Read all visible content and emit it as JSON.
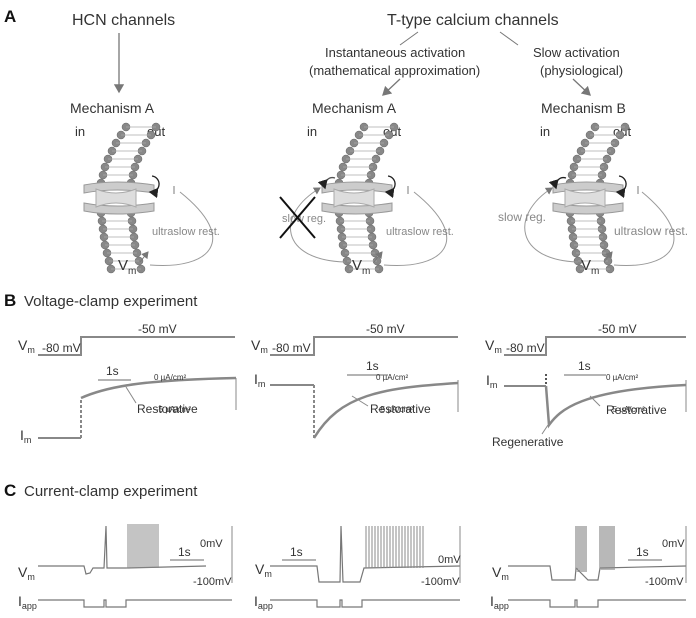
{
  "panelA": {
    "letter": "A",
    "hcn": "HCN channels",
    "ttype": "T-type calcium channels",
    "inst_line1": "Instantaneous activation",
    "inst_line2": "(mathematical approximation)",
    "slow_line1": "Slow activation",
    "slow_line2": "(physiological)",
    "mechA1": "Mechanism A",
    "mechA2": "Mechanism A",
    "mechB": "Mechanism B",
    "in_label": "in",
    "out_label": "out",
    "slow_reg": "slow reg.",
    "ultraslow_rest": "ultraslow rest.",
    "vm": "V",
    "vm_sub": "m"
  },
  "panelB": {
    "letter": "B",
    "title": "Voltage-clamp experiment",
    "v_low": "-80 mV",
    "v_high": "-50 mV",
    "time_scale": "1s",
    "i_top": "0 µA/cm²",
    "i_bottom": "-5 µA/cm²",
    "restorative": "Restorative",
    "regenerative": "Regenerative",
    "vm": "V",
    "im": "I",
    "sub_m": "m"
  },
  "panelC": {
    "letter": "C",
    "title": "Current-clamp experiment",
    "v_top": "0mV",
    "v_bottom": "-100mV",
    "time_scale": "1s",
    "vm": "V",
    "iapp": "I",
    "sub_m": "m",
    "sub_app": "app"
  }
}
